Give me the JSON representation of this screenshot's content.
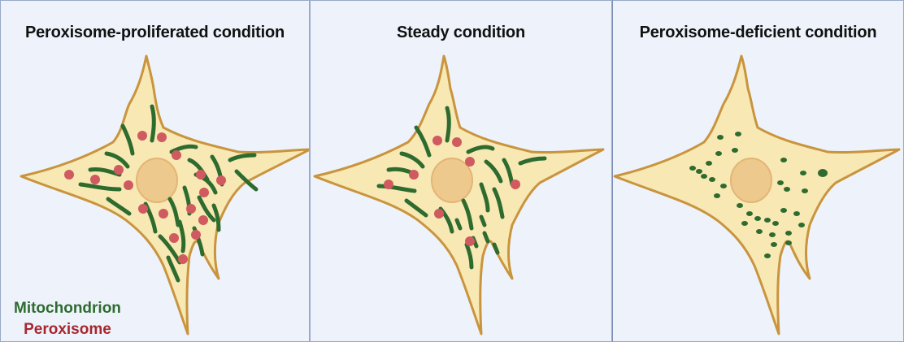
{
  "panels": [
    {
      "title": "Peroxisome-proliferated condition"
    },
    {
      "title": "Steady condition"
    },
    {
      "title": "Peroxisome-deficient condition"
    }
  ],
  "legend": {
    "mitochondrion_label": "Mitochondrion",
    "peroxisome_label": "Peroxisome",
    "mitochondrion_color": "#2e6b2f",
    "peroxisome_color": "#a7272f"
  },
  "colors": {
    "cytoplasm": "#f8e8b4",
    "membrane": "#c9943e",
    "nucleus": "#eec98d",
    "panel_bg": "#eef3fb",
    "mitochondrion": "#2e6b2f",
    "peroxisome": "#cf5a5f"
  }
}
